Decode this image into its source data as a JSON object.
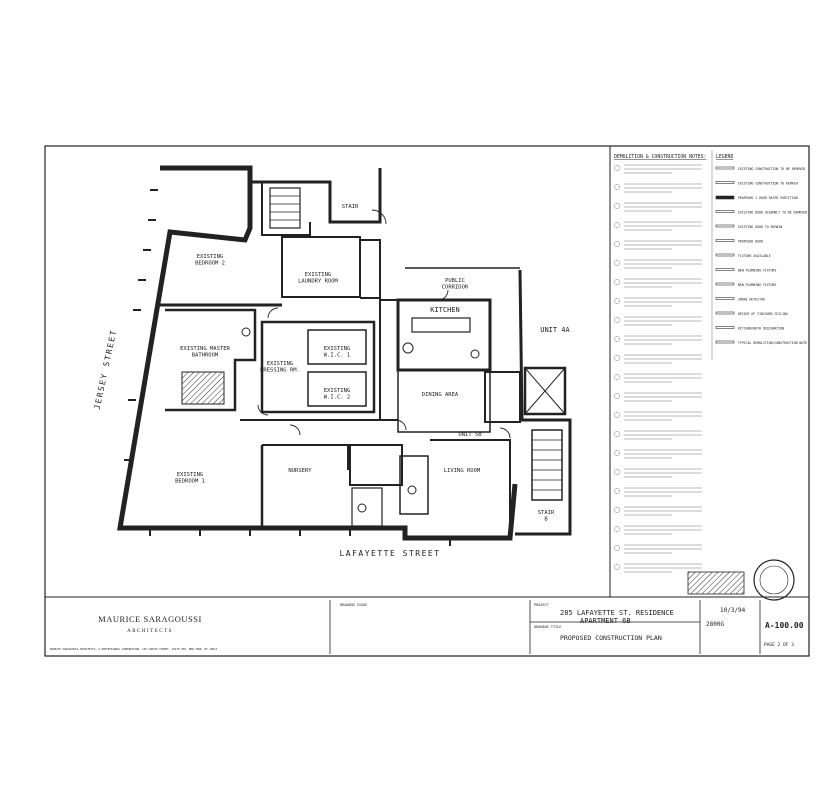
{
  "sheet": {
    "rooms": {
      "bedroom2": "EXISTING\nBEDROOM 2",
      "laundry": "EXISTING\nLAUNDRY ROOM",
      "public_corridor": "PUBLIC\nCORRIDOR",
      "kitchen": "KITCHEN",
      "master_bathroom": "EXISTING MASTER\nBATHROOM",
      "dressing_rm": "EXISTING\nDRESSING RM.",
      "wic1": "EXISTING\nW.I.C. 1",
      "wic2": "EXISTING\nW.I.C. 2",
      "dining": "DINING AREA",
      "unit_4a": "UNIT 4A",
      "unit_5b": "UNIT 5B",
      "bedroom1": "EXISTING\nBEDROOM 1",
      "nursery": "NURSERY",
      "living_room": "LIVING ROOM",
      "stair": "STAIR",
      "stair_b": "STAIR\nB"
    },
    "streets": {
      "jersey": "JERSEY STREET",
      "lafayette": "LAFAYETTE STREET"
    },
    "notes_header": "DEMOLITION & CONSTRUCTION NOTES:",
    "legend_header": "LEGEND",
    "legend_items": [
      "EXISTING CONSTRUCTION TO BE REMOVED",
      "EXISTING CONSTRUCTION TO REMAIN",
      "PROPOSED 1 HOUR RATED PARTITION",
      "EXISTING DOOR ASSEMBLY TO BE REMOVED",
      "EXISTING DOOR TO REMAIN",
      "PROPOSED DOOR",
      "FIXTURE AVAILABLE",
      "NEW PLUMBING FIXTURE",
      "NEW PLUMBING FIXTURE",
      "SMOKE DETECTOR",
      "HEIGHT OF FINISHED CEILING",
      "KITCHEN/BATH DESIGNATION",
      "TYPICAL DEMOLITION/CONSTRUCTION NOTE"
    ],
    "title_block": {
      "firm_name": "MAURICE SARAGOUSSI",
      "firm_sub": "ARCHITECTS",
      "firm_address": "MAURICE SARAGOUSSI ARCHITECTS, A PROFESSIONAL CORPORATION, 150 VARICK STREET, SUITE 506, NEW YORK, NY 10013",
      "drawing_issue_label": "DRAWING ISSUE",
      "project_label": "PROJECT",
      "project_name": "285 LAFAYETTE ST. RESIDENCE",
      "apartment": "APARTMENT 6B",
      "drawing_title_label": "DRAWING TITLE",
      "drawing_title": "PROPOSED CONSTRUCTION PLAN",
      "date": "10/3/94",
      "job_no": "2800G",
      "drawing_no": "A-100.00",
      "page": "PAGE 2 OF 3"
    }
  }
}
